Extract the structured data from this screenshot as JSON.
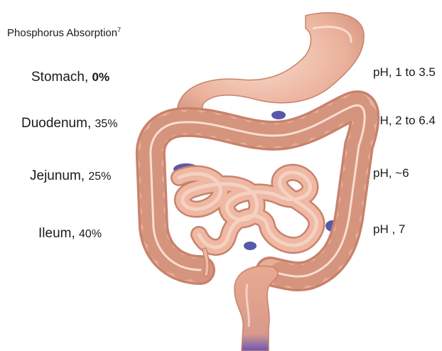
{
  "title": {
    "text": "Phosphorus Absorption",
    "ref": "7"
  },
  "organs": [
    {
      "name": "Stomach",
      "absorption": "0%"
    },
    {
      "name": "Duodenum",
      "absorption": "35%"
    },
    {
      "name": "Jejunum",
      "absorption": "25%"
    },
    {
      "name": "Ileum",
      "absorption": "40%"
    }
  ],
  "ph": [
    {
      "label": "pH, 1 to 3.5"
    },
    {
      "label": "pH, 2 to 6.4"
    },
    {
      "label": "pH, ~6"
    },
    {
      "label": "pH , 7"
    }
  ],
  "colors": {
    "tissue": "#e8a992",
    "tissue_light": "#f6d2c2",
    "tissue_dark": "#c8826c",
    "shadow": "#3a3b9a"
  }
}
